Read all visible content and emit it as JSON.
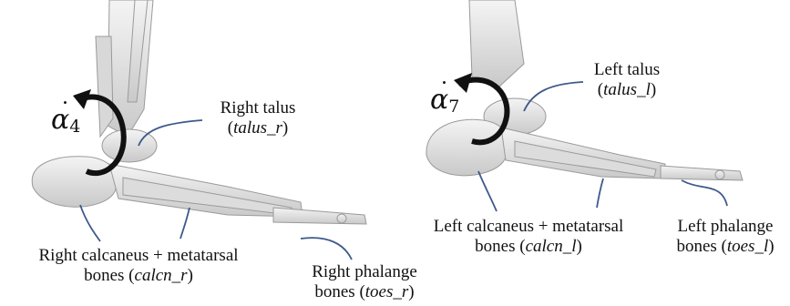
{
  "right_foot": {
    "angle_symbol": "α",
    "angle_subscript": "4",
    "talus": {
      "line1": "Right talus",
      "open": "(",
      "code": "talus_r",
      "close": ")"
    },
    "calcaneus": {
      "line1": "Right calcaneus + metatarsal",
      "prefix": "bones (",
      "code": "calcn_r",
      "close": ")"
    },
    "phalange": {
      "line1": "Right phalange",
      "prefix": "bones (",
      "code": "toes_r",
      "close": ")"
    }
  },
  "left_foot": {
    "angle_symbol": "α",
    "angle_subscript": "7",
    "talus": {
      "line1": "Left talus",
      "open": "(",
      "code": "talus_l",
      "close": ")"
    },
    "calcaneus": {
      "line1": "Left calcaneus + metatarsal",
      "prefix": "bones (",
      "code": "calcn_l",
      "close": ")"
    },
    "phalange": {
      "line1": "Left phalange",
      "prefix": "bones (",
      "code": "toes_l",
      "close": ")"
    }
  },
  "colors": {
    "leader_line": "#3d5a8c",
    "bone_fill": "#e6e6e6",
    "bone_stroke": "#9a9a9a",
    "arrow": "#111111"
  }
}
